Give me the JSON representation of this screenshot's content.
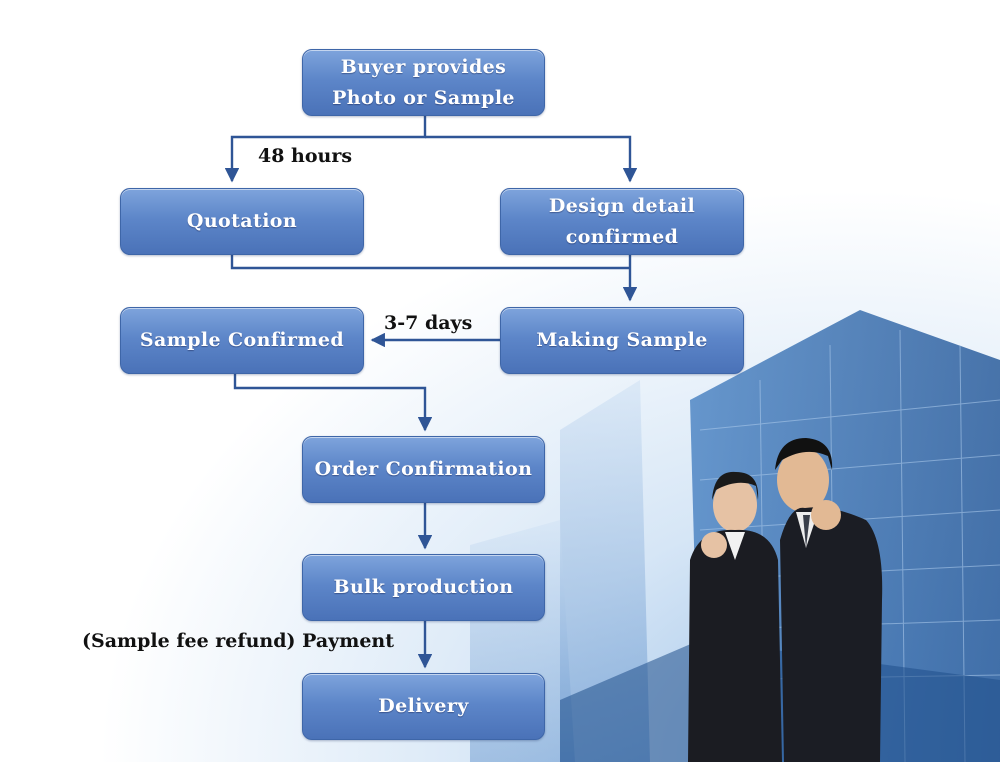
{
  "steps": {
    "buyer": {
      "line1": "Buyer provides",
      "line2": "Photo or Sample"
    },
    "quotation": "Quotation",
    "design": {
      "line1": "Design detail",
      "line2": "confirmed"
    },
    "sample_confirmed": "Sample Confirmed",
    "making_sample": "Making Sample",
    "order_confirmation": "Order Confirmation",
    "bulk_production": "Bulk production",
    "delivery": "Delivery"
  },
  "labels": {
    "quote_time": "48 hours",
    "sample_time": "3-7 days",
    "payment": "(Sample fee refund) Payment"
  },
  "colors": {
    "box": "#5d86c9",
    "connector": "#2f5596",
    "label": "#111111"
  }
}
